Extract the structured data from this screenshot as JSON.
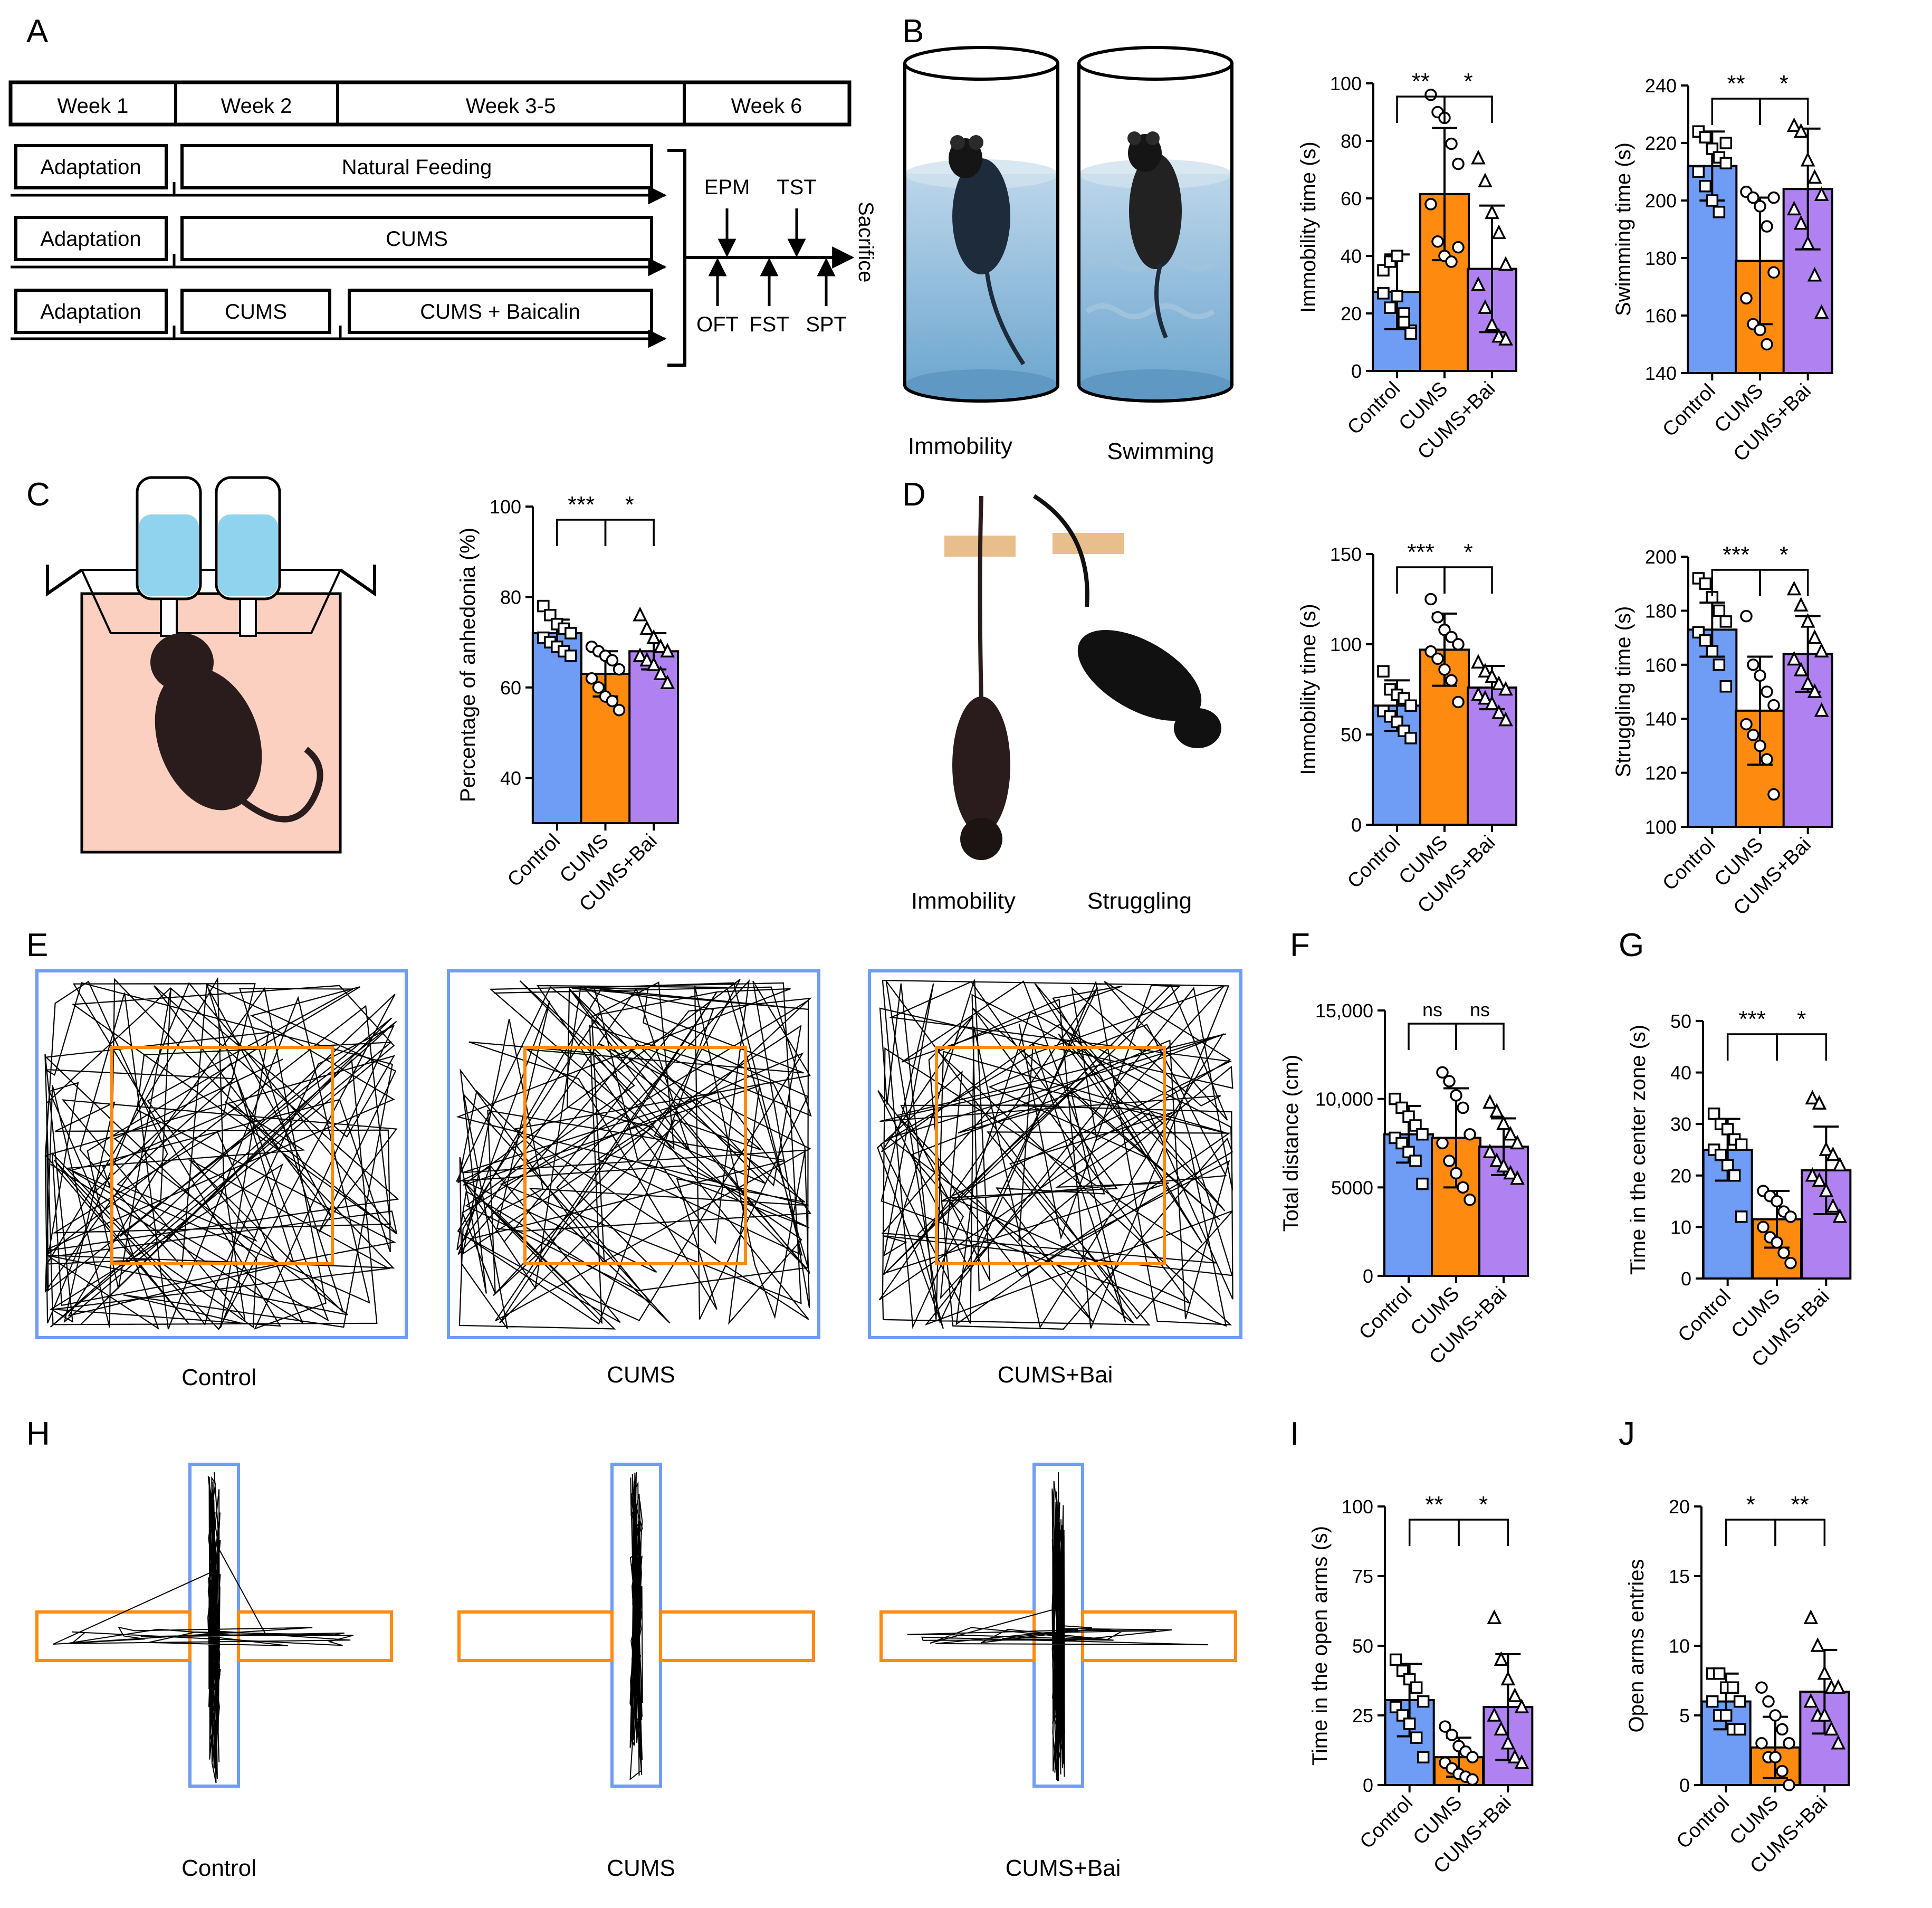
{
  "panel_labels": [
    "A",
    "B",
    "C",
    "D",
    "E",
    "F",
    "G",
    "H",
    "I",
    "J"
  ],
  "timeline": {
    "weeks": [
      "Week 1",
      "Week 2",
      "Week 3-5",
      "Week 6"
    ],
    "rows": [
      {
        "adaptation": "Adaptation",
        "phase1": "Natural Feeding",
        "phase2": ""
      },
      {
        "adaptation": "Adaptation",
        "phase1": "CUMS",
        "phase2": ""
      },
      {
        "adaptation": "Adaptation",
        "phase1": "CUMS",
        "phase2": "CUMS + Baicalin"
      }
    ],
    "tests_top": [
      "EPM",
      "TST"
    ],
    "tests_bottom": [
      "OFT",
      "FST",
      "SPT"
    ],
    "endpoint": "Sacrifice"
  },
  "illustrations": {
    "fst": [
      "Immobility",
      "Swimming"
    ],
    "tst": [
      "Immobility",
      "Struggling"
    ],
    "oft": [
      "Control",
      "CUMS",
      "CUMS+Bai"
    ],
    "epm": [
      "Control",
      "CUMS",
      "CUMS+Bai"
    ]
  },
  "colors": {
    "Control": "#6f9cf4",
    "CUMS": "#ff8a10",
    "CUMS+Bai": "#b081f0",
    "arena_border": "#6f9cf4",
    "center_zone": "#ff8a10"
  },
  "chart_data": [
    {
      "id": "B1",
      "type": "bar",
      "ylabel": "Immobility time (s)",
      "ylim": [
        0,
        100
      ],
      "yticks": [
        0,
        20,
        40,
        60,
        80,
        100
      ],
      "categories": [
        "Control",
        "CUMS",
        "CUMS+Bai"
      ],
      "values": [
        27.5,
        61.5,
        35.5
      ],
      "sd": [
        13,
        23,
        22
      ],
      "markers": [
        "square",
        "circle",
        "triangle"
      ],
      "points": [
        [
          35,
          38,
          40,
          20,
          14,
          27,
          22,
          26,
          17,
          13
        ],
        [
          96,
          90,
          88,
          79,
          72,
          58,
          45,
          40,
          38,
          43
        ],
        [
          74,
          66,
          55,
          48,
          37,
          30,
          22,
          16,
          12,
          11
        ]
      ],
      "significance": [
        {
          "pair": [
            0,
            1
          ],
          "label": "**"
        },
        {
          "pair": [
            1,
            2
          ],
          "label": "*"
        }
      ]
    },
    {
      "id": "B2",
      "type": "bar",
      "ylabel": "Swimming time (s)",
      "ylim": [
        140,
        240
      ],
      "yticks": [
        140,
        160,
        180,
        200,
        220,
        240
      ],
      "categories": [
        "Control",
        "CUMS",
        "CUMS+Bai"
      ],
      "values": [
        212,
        179,
        204
      ],
      "sd": [
        12,
        22,
        21
      ],
      "markers": [
        "square",
        "circle",
        "triangle"
      ],
      "points": [
        [
          224,
          222,
          218,
          215,
          213,
          210,
          205,
          200,
          196,
          220
        ],
        [
          203,
          201,
          198,
          191,
          175,
          166,
          157,
          155,
          150,
          201
        ],
        [
          226,
          224,
          214,
          208,
          202,
          197,
          192,
          185,
          174,
          161
        ]
      ],
      "significance": [
        {
          "pair": [
            0,
            1
          ],
          "label": "**"
        },
        {
          "pair": [
            1,
            2
          ],
          "label": "*"
        }
      ]
    },
    {
      "id": "C",
      "type": "bar",
      "ylabel": "Percentage of anhedonia (%)",
      "ylim": [
        30,
        100
      ],
      "yticks": [
        40,
        60,
        80,
        100
      ],
      "categories": [
        "Control",
        "CUMS",
        "CUMS+Bai"
      ],
      "values": [
        72,
        63,
        68
      ],
      "sd": [
        3,
        5,
        4
      ],
      "markers": [
        "square",
        "circle",
        "triangle"
      ],
      "points": [
        [
          78,
          76,
          74,
          73,
          72,
          71,
          70,
          69,
          68,
          67
        ],
        [
          69,
          68,
          67,
          66,
          64,
          62,
          60,
          58,
          57,
          55
        ],
        [
          76,
          73,
          71,
          69,
          68,
          67,
          66,
          65,
          63,
          61
        ]
      ],
      "significance": [
        {
          "pair": [
            0,
            1
          ],
          "label": "***"
        },
        {
          "pair": [
            1,
            2
          ],
          "label": "*"
        }
      ]
    },
    {
      "id": "D1",
      "type": "bar",
      "ylabel": "Immobility time (s)",
      "ylim": [
        0,
        150
      ],
      "yticks": [
        0,
        50,
        100,
        150
      ],
      "categories": [
        "Control",
        "CUMS",
        "CUMS+Bai"
      ],
      "values": [
        66,
        97,
        76
      ],
      "sd": [
        14,
        20,
        12
      ],
      "markers": [
        "square",
        "circle",
        "triangle"
      ],
      "points": [
        [
          85,
          75,
          72,
          70,
          66,
          63,
          60,
          57,
          52,
          48
        ],
        [
          125,
          115,
          108,
          104,
          100,
          96,
          92,
          86,
          80,
          68
        ],
        [
          90,
          85,
          82,
          78,
          75,
          72,
          70,
          67,
          62,
          58
        ]
      ],
      "significance": [
        {
          "pair": [
            0,
            1
          ],
          "label": "***"
        },
        {
          "pair": [
            1,
            2
          ],
          "label": "*"
        }
      ]
    },
    {
      "id": "D2",
      "type": "bar",
      "ylabel": "Struggling time (s)",
      "ylim": [
        100,
        200
      ],
      "yticks": [
        100,
        120,
        140,
        160,
        180,
        200
      ],
      "categories": [
        "Control",
        "CUMS",
        "CUMS+Bai"
      ],
      "values": [
        173,
        143,
        164
      ],
      "sd": [
        10,
        20,
        14
      ],
      "markers": [
        "square",
        "circle",
        "triangle"
      ],
      "points": [
        [
          192,
          190,
          185,
          180,
          176,
          172,
          169,
          165,
          160,
          152
        ],
        [
          178,
          160,
          156,
          150,
          145,
          138,
          134,
          130,
          125,
          112
        ],
        [
          188,
          182,
          176,
          170,
          165,
          162,
          158,
          153,
          150,
          143
        ]
      ],
      "significance": [
        {
          "pair": [
            0,
            1
          ],
          "label": "***"
        },
        {
          "pair": [
            1,
            2
          ],
          "label": "*"
        }
      ]
    },
    {
      "id": "F",
      "type": "bar",
      "ylabel": "Total distance (cm)",
      "ylim": [
        0,
        15000
      ],
      "yticks": [
        0,
        5000,
        10000,
        15000
      ],
      "ytick_labels": [
        "0",
        "5000",
        "10,000",
        "15,000"
      ],
      "categories": [
        "Control",
        "CUMS",
        "CUMS+Bai"
      ],
      "values": [
        8000,
        7800,
        7300
      ],
      "sd": [
        1600,
        2800,
        1600
      ],
      "markers": [
        "square",
        "circle",
        "triangle"
      ],
      "points": [
        [
          10000,
          9500,
          9000,
          8500,
          8000,
          7800,
          7500,
          7000,
          6500,
          5200
        ],
        [
          11500,
          11000,
          10200,
          9500,
          8000,
          7500,
          6500,
          5800,
          5000,
          4300
        ],
        [
          9800,
          9300,
          8600,
          8000,
          7500,
          7000,
          6500,
          6200,
          5800,
          5500
        ]
      ],
      "significance": [
        {
          "pair": [
            0,
            1
          ],
          "label": "ns"
        },
        {
          "pair": [
            1,
            2
          ],
          "label": "ns"
        }
      ]
    },
    {
      "id": "G",
      "type": "bar",
      "ylabel": "Time in the center zone (s)",
      "ylim": [
        0,
        50
      ],
      "yticks": [
        0,
        10,
        20,
        30,
        40,
        50
      ],
      "categories": [
        "Control",
        "CUMS",
        "CUMS+Bai"
      ],
      "values": [
        25,
        11.5,
        21
      ],
      "sd": [
        6,
        5.5,
        8.5
      ],
      "markers": [
        "square",
        "circle",
        "triangle"
      ],
      "points": [
        [
          32,
          30,
          29,
          27,
          26,
          25,
          24,
          22,
          20,
          12
        ],
        [
          17,
          16,
          15,
          13,
          12,
          10,
          8,
          7,
          5,
          3
        ],
        [
          35,
          34,
          25,
          24,
          22,
          20,
          19,
          17,
          14,
          12
        ]
      ],
      "significance": [
        {
          "pair": [
            0,
            1
          ],
          "label": "***"
        },
        {
          "pair": [
            1,
            2
          ],
          "label": "*"
        }
      ]
    },
    {
      "id": "I",
      "type": "bar",
      "ylabel": "Time in the open arms (s)",
      "ylim": [
        0,
        100
      ],
      "yticks": [
        0,
        25,
        50,
        75,
        100
      ],
      "categories": [
        "Control",
        "CUMS",
        "CUMS+Bai"
      ],
      "values": [
        30.5,
        10,
        28
      ],
      "sd": [
        13,
        7,
        19
      ],
      "markers": [
        "square",
        "circle",
        "triangle"
      ],
      "points": [
        [
          45,
          41,
          38,
          35,
          30,
          28,
          25,
          22,
          17,
          10
        ],
        [
          21,
          18,
          14,
          12,
          10,
          8,
          6,
          4,
          3,
          2
        ],
        [
          60,
          45,
          38,
          32,
          28,
          25,
          20,
          15,
          10,
          8
        ]
      ],
      "significance": [
        {
          "pair": [
            0,
            1
          ],
          "label": "**"
        },
        {
          "pair": [
            1,
            2
          ],
          "label": "*"
        }
      ]
    },
    {
      "id": "J",
      "type": "bar",
      "ylabel": "Open arms entries",
      "ylim": [
        0,
        20
      ],
      "yticks": [
        0,
        5,
        10,
        15,
        20
      ],
      "categories": [
        "Control",
        "CUMS",
        "CUMS+Bai"
      ],
      "values": [
        6,
        2.7,
        6.7
      ],
      "sd": [
        2,
        2.2,
        3
      ],
      "markers": [
        "square",
        "circle",
        "triangle"
      ],
      "points": [
        [
          8,
          8,
          7,
          7,
          6,
          6,
          5,
          5,
          4,
          4
        ],
        [
          7,
          6,
          5,
          4,
          3,
          3,
          2,
          2,
          1,
          0
        ],
        [
          12,
          10,
          8,
          7,
          7,
          6,
          5,
          5,
          4,
          3
        ]
      ],
      "significance": [
        {
          "pair": [
            0,
            1
          ],
          "label": "*"
        },
        {
          "pair": [
            1,
            2
          ],
          "label": "**"
        }
      ]
    }
  ]
}
